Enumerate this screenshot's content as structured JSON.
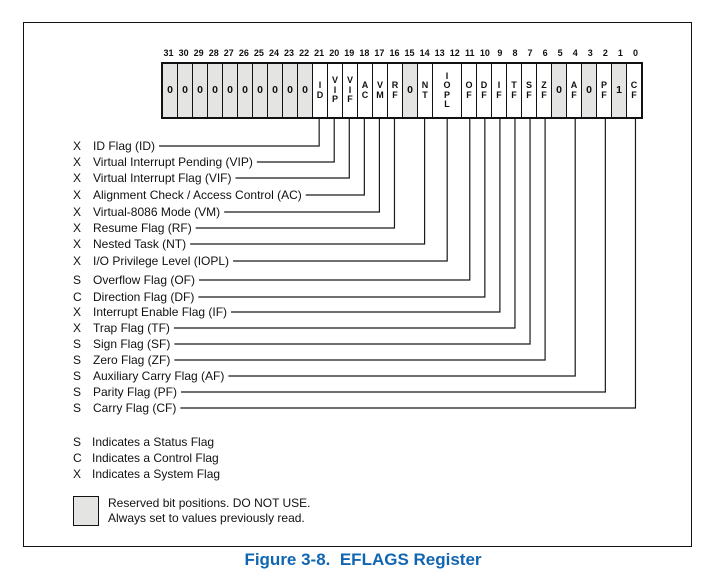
{
  "figure": {
    "caption": "Figure 3-8.  EFLAGS Register"
  },
  "register": {
    "bit_numbers": [
      "31",
      "30",
      "29",
      "28",
      "27",
      "26",
      "25",
      "24",
      "23",
      "22",
      "21",
      "20",
      "19",
      "18",
      "17",
      "16",
      "15",
      "14",
      "13",
      "12",
      "11",
      "10",
      "9",
      "8",
      "7",
      "6",
      "5",
      "4",
      "3",
      "2",
      "1",
      "0"
    ],
    "cells": [
      {
        "bits": [
          31
        ],
        "label": "0",
        "reserved": true
      },
      {
        "bits": [
          30
        ],
        "label": "0",
        "reserved": true
      },
      {
        "bits": [
          29
        ],
        "label": "0",
        "reserved": true
      },
      {
        "bits": [
          28
        ],
        "label": "0",
        "reserved": true
      },
      {
        "bits": [
          27
        ],
        "label": "0",
        "reserved": true
      },
      {
        "bits": [
          26
        ],
        "label": "0",
        "reserved": true
      },
      {
        "bits": [
          25
        ],
        "label": "0",
        "reserved": true
      },
      {
        "bits": [
          24
        ],
        "label": "0",
        "reserved": true
      },
      {
        "bits": [
          23
        ],
        "label": "0",
        "reserved": true
      },
      {
        "bits": [
          22
        ],
        "label": "0",
        "reserved": true
      },
      {
        "bits": [
          21
        ],
        "label": "ID",
        "reserved": false
      },
      {
        "bits": [
          20
        ],
        "label": "VIP",
        "reserved": false
      },
      {
        "bits": [
          19
        ],
        "label": "VIF",
        "reserved": false
      },
      {
        "bits": [
          18
        ],
        "label": "AC",
        "reserved": false
      },
      {
        "bits": [
          17
        ],
        "label": "VM",
        "reserved": false
      },
      {
        "bits": [
          16
        ],
        "label": "RF",
        "reserved": false
      },
      {
        "bits": [
          15
        ],
        "label": "0",
        "reserved": true
      },
      {
        "bits": [
          14
        ],
        "label": "NT",
        "reserved": false
      },
      {
        "bits": [
          13,
          12
        ],
        "label": "IOPL",
        "reserved": false
      },
      {
        "bits": [
          11
        ],
        "label": "OF",
        "reserved": false
      },
      {
        "bits": [
          10
        ],
        "label": "DF",
        "reserved": false
      },
      {
        "bits": [
          9
        ],
        "label": "IF",
        "reserved": false
      },
      {
        "bits": [
          8
        ],
        "label": "TF",
        "reserved": false
      },
      {
        "bits": [
          7
        ],
        "label": "SF",
        "reserved": false
      },
      {
        "bits": [
          6
        ],
        "label": "ZF",
        "reserved": false
      },
      {
        "bits": [
          5
        ],
        "label": "0",
        "reserved": true
      },
      {
        "bits": [
          4
        ],
        "label": "AF",
        "reserved": false
      },
      {
        "bits": [
          3
        ],
        "label": "0",
        "reserved": true
      },
      {
        "bits": [
          2
        ],
        "label": "PF",
        "reserved": false
      },
      {
        "bits": [
          1
        ],
        "label": "1",
        "reserved": true
      },
      {
        "bits": [
          0
        ],
        "label": "CF",
        "reserved": false
      }
    ]
  },
  "flags": [
    {
      "type": "X",
      "label": "ID Flag (ID)",
      "bits": [
        21
      ]
    },
    {
      "type": "X",
      "label": "Virtual Interrupt Pending (VIP)",
      "bits": [
        20
      ]
    },
    {
      "type": "X",
      "label": "Virtual Interrupt Flag (VIF)",
      "bits": [
        19
      ]
    },
    {
      "type": "X",
      "label": "Alignment Check / Access Control (AC)",
      "bits": [
        18
      ]
    },
    {
      "type": "X",
      "label": "Virtual-8086 Mode (VM)",
      "bits": [
        17
      ]
    },
    {
      "type": "X",
      "label": "Resume Flag (RF)",
      "bits": [
        16
      ]
    },
    {
      "type": "X",
      "label": "Nested Task (NT)",
      "bits": [
        14
      ]
    },
    {
      "type": "X",
      "label": "I/O Privilege Level (IOPL)",
      "bits": [
        13,
        12
      ]
    },
    {
      "type": "S",
      "label": "Overflow Flag (OF)",
      "bits": [
        11
      ]
    },
    {
      "type": "C",
      "label": "Direction Flag (DF)",
      "bits": [
        10
      ]
    },
    {
      "type": "X",
      "label": "Interrupt Enable Flag (IF)",
      "bits": [
        9
      ]
    },
    {
      "type": "X",
      "label": "Trap Flag (TF)",
      "bits": [
        8
      ]
    },
    {
      "type": "S",
      "label": "Sign Flag (SF)",
      "bits": [
        7
      ]
    },
    {
      "type": "S",
      "label": "Zero Flag (ZF)",
      "bits": [
        6
      ]
    },
    {
      "type": "S",
      "label": "Auxiliary Carry Flag (AF)",
      "bits": [
        4
      ]
    },
    {
      "type": "S",
      "label": "Parity Flag (PF)",
      "bits": [
        2
      ]
    },
    {
      "type": "S",
      "label": "Carry Flag (CF)",
      "bits": [
        0
      ]
    }
  ],
  "legend": [
    {
      "type": "S",
      "label": "Indicates a Status Flag"
    },
    {
      "type": "C",
      "label": "Indicates a Control Flag"
    },
    {
      "type": "X",
      "label": "Indicates a System Flag"
    }
  ],
  "reserved_note": {
    "line1": "Reserved bit positions. DO NOT USE.",
    "line2": "Always set to values previously read."
  },
  "colors": {
    "reserved_fill": "#e4e4e2",
    "caption_blue": "#1166b2",
    "line": "#1a1a1a"
  }
}
